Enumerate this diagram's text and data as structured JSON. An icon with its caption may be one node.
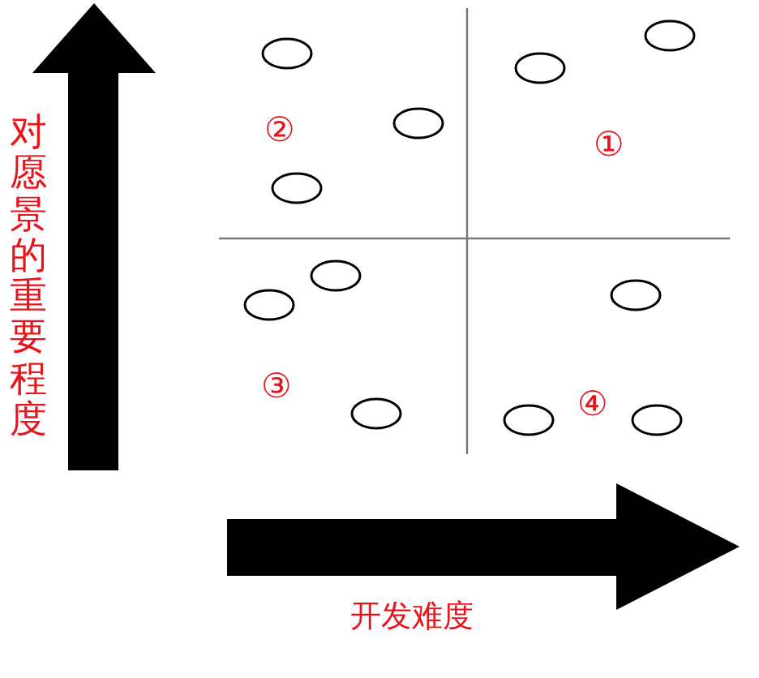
{
  "diagram": {
    "labels": [
      "对愿景的重要程度",
      "②",
      "①",
      "③",
      "④",
      "开发难度"
    ]
  }
}
